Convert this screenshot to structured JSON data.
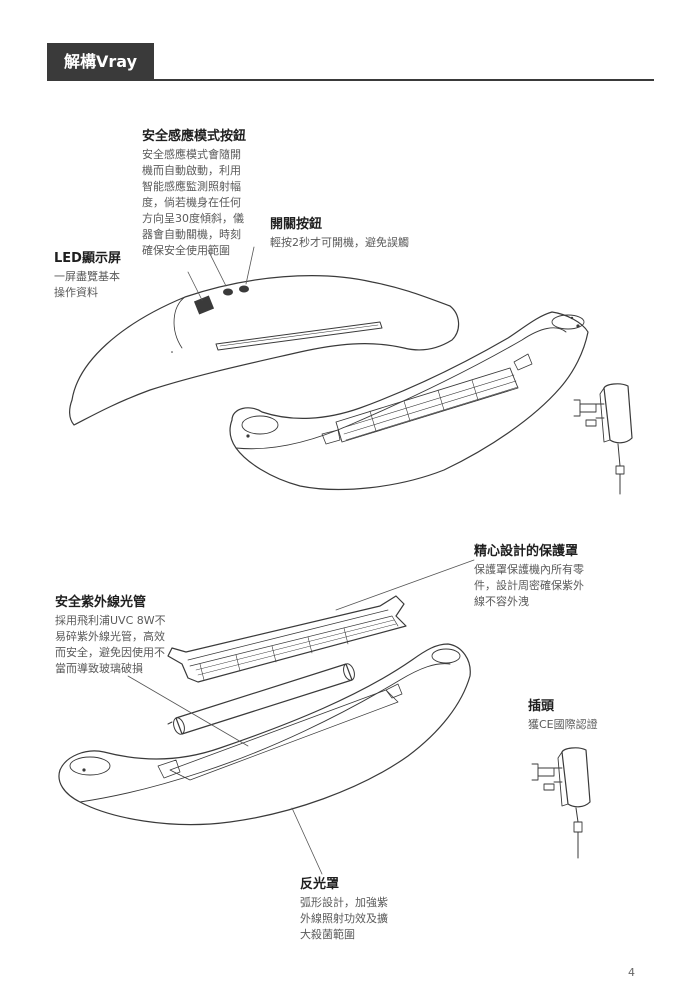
{
  "header": {
    "title": "解構Vray"
  },
  "page_number": "4",
  "callouts": {
    "sensor": {
      "title": "安全感應模式按鈕",
      "lines": [
        "安全感應模式會隨開",
        "機而自動啟動，利用",
        "智能感應監測照射幅",
        "度，倘若機身在任何",
        "方向呈30度傾斜，儀",
        "器會自動關機，時刻",
        "確保安全使用範圍"
      ]
    },
    "power": {
      "title": "開關按鈕",
      "lines": [
        "輕按2秒才可開機，避免誤觸"
      ]
    },
    "led": {
      "title": "LED顯示屏",
      "lines": [
        "一屏盡覽基本",
        "操作資料"
      ]
    },
    "cover": {
      "title": "精心設計的保護罩",
      "lines": [
        "保護罩保護機內所有零",
        "件，設計周密確保紫外",
        "線不容外洩"
      ]
    },
    "uv_tube": {
      "title": "安全紫外線光管",
      "lines": [
        "採用飛利浦UVC 8W不",
        "易碎紫外線光管，高效",
        "而安全，避免因使用不",
        "當而導致玻璃破損"
      ]
    },
    "plug": {
      "title": "插頭",
      "lines": [
        "獲CE國際認證"
      ]
    },
    "reflector": {
      "title": "反光罩",
      "lines": [
        "弧形設計，加強紫",
        "外線照射功效及擴",
        "大殺菌範圍"
      ]
    }
  },
  "colors": {
    "ink": "#3a3a3a",
    "header_bg": "#3a3a3a",
    "header_text": "#ffffff"
  }
}
